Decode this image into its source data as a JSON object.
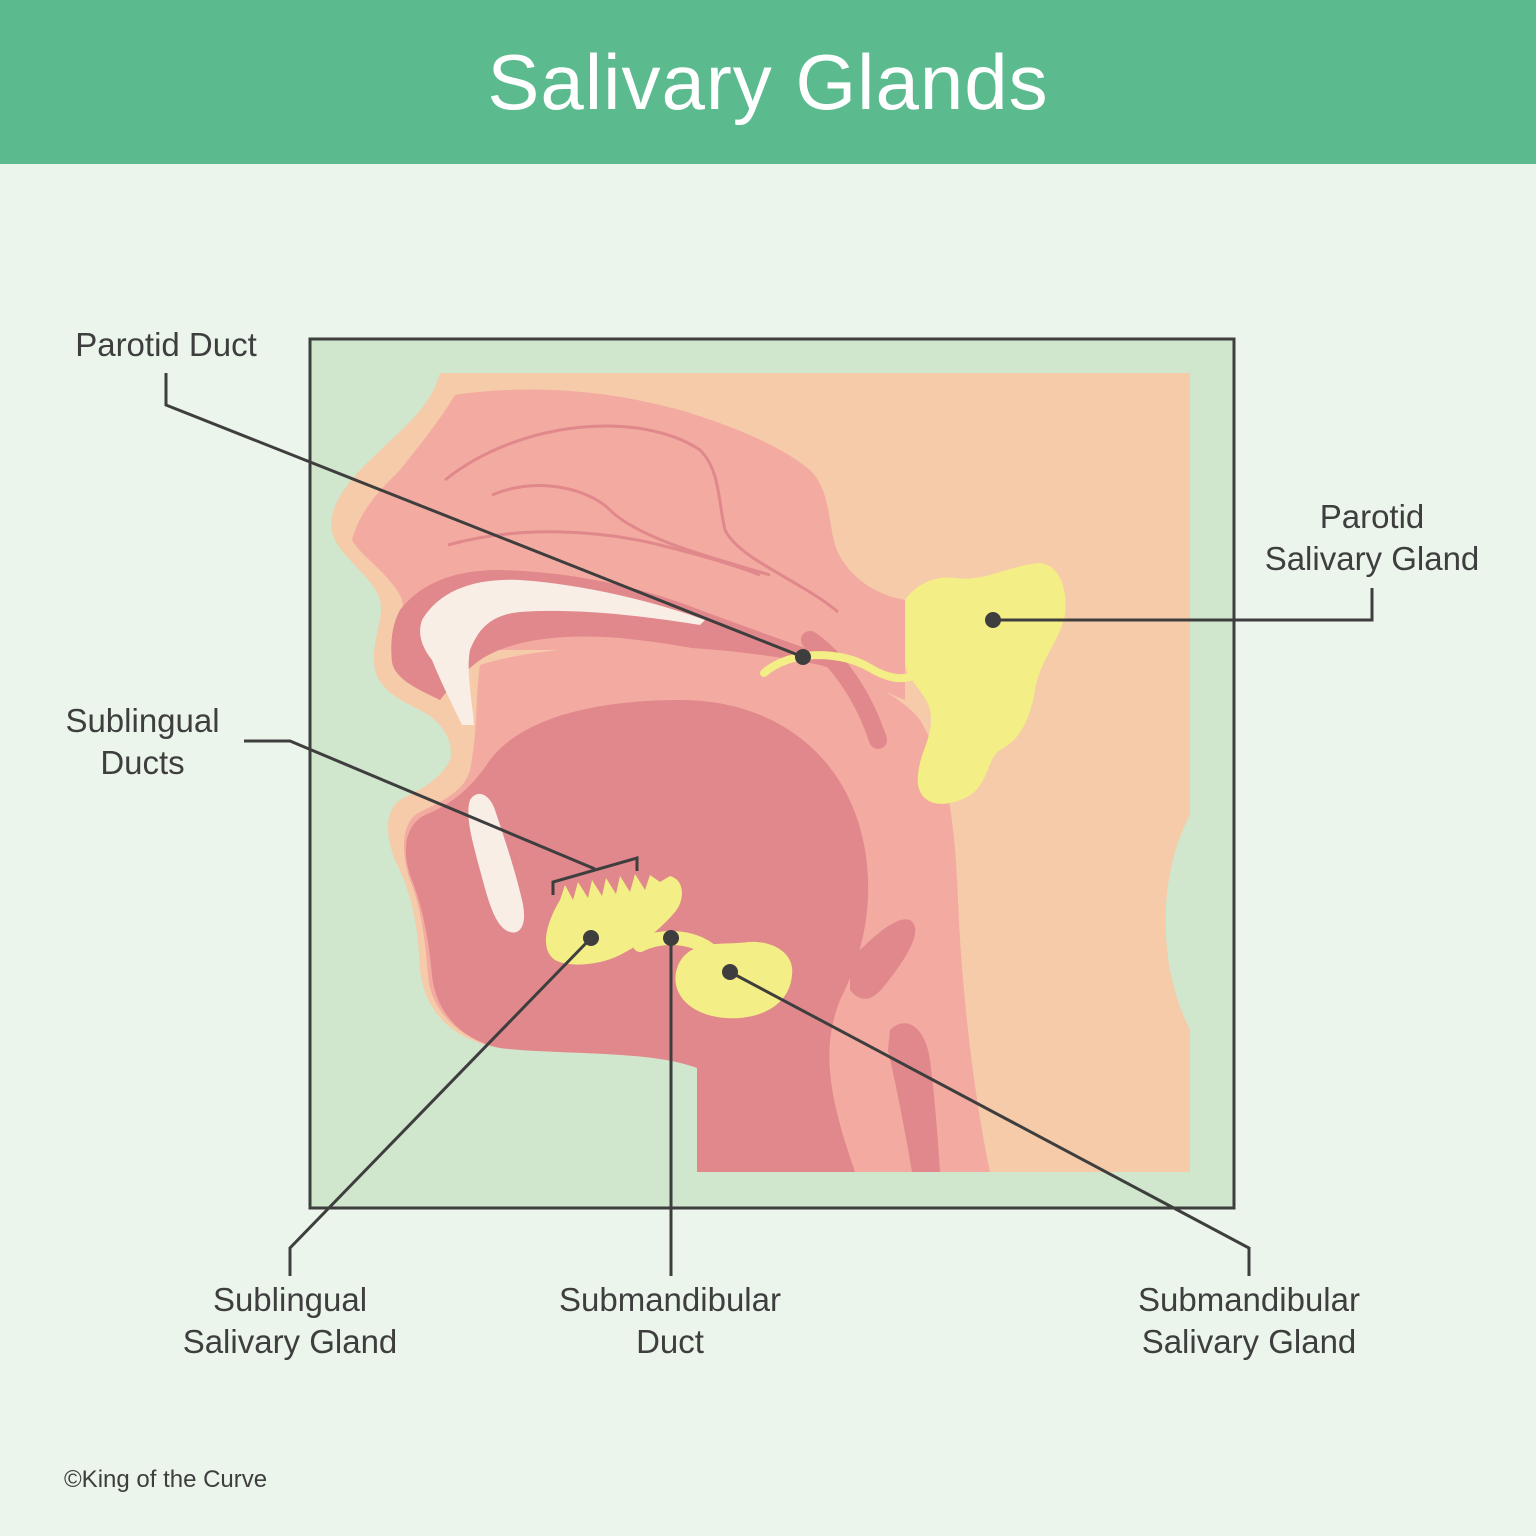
{
  "title": "Salivary Glands",
  "labels": {
    "parotid_duct": "Parotid Duct",
    "parotid_gland": [
      "Parotid",
      "Salivary Gland"
    ],
    "sublingual_ducts": [
      "Sublingual",
      "Ducts"
    ],
    "sublingual_gland": [
      "Sublingual",
      "Salivary Gland"
    ],
    "submandibular_duct": [
      "Submandibular",
      "Duct"
    ],
    "submandibular_gland": [
      "Submandibular",
      "Salivary Gland"
    ]
  },
  "copyright": "©King of the Curve",
  "colors": {
    "header": "#5bbb8f",
    "background": "#ebf5ec",
    "frame_fill": "#d0e6cd",
    "skin": "#f5cbaa",
    "tissue": "#f3aaa0",
    "tongue": "#e0888c",
    "gland": "#f3ee85",
    "bone": "#f8eee6",
    "leader": "#3e3e3e"
  }
}
